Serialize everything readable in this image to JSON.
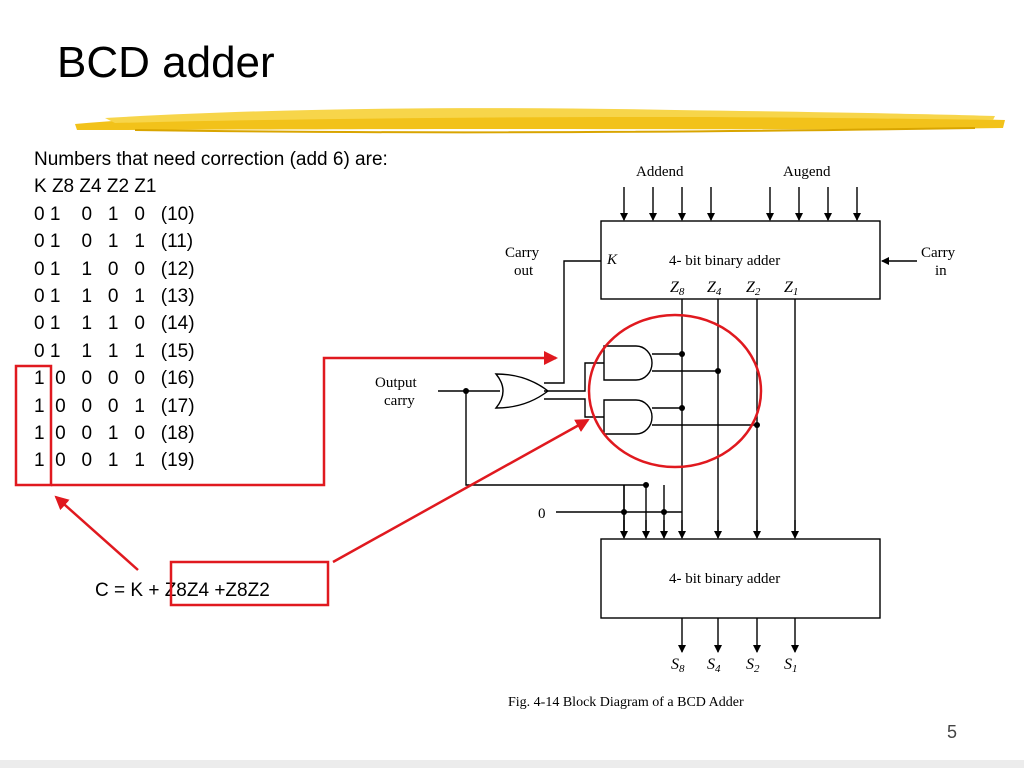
{
  "slide": {
    "title": "BCD adder",
    "number": "5"
  },
  "intro": "Numbers that need correction (add 6) are:",
  "table_header": "K Z8 Z4 Z2 Z1",
  "table_rows": [
    "0 1    0   1   0   (10)",
    "0 1    0   1   1   (11)",
    "0 1    1   0   0   (12)",
    "0 1    1   0   1   (13)",
    "0 1    1   1   0   (14)",
    "0 1    1   1   1   (15)",
    "1  0   0   0   0   (16)",
    "1  0   0   0   1   (17)",
    "1  0   0   1   0   (18)",
    "1  0   0   1   1   (19)"
  ],
  "formula": "C = K + Z8Z4 +Z8Z2",
  "diagram": {
    "addend": "Addend",
    "augend": "Augend",
    "carry_out_1": "Carry",
    "carry_out_2": "out",
    "carry_in_1": "Carry",
    "carry_in_2": "in",
    "k_label": "K",
    "adder_top": "4- bit binary adder",
    "adder_bottom": "4- bit binary adder",
    "z8": "Z",
    "z8_sub": "8",
    "z4": "Z",
    "z4_sub": "4",
    "z2": "Z",
    "z2_sub": "2",
    "z1": "Z",
    "z1_sub": "1",
    "output_carry_1": "Output",
    "output_carry_2": "carry",
    "zero": "0",
    "s8": "S",
    "s8_sub": "8",
    "s4": "S",
    "s4_sub": "4",
    "s2": "S",
    "s2_sub": "2",
    "s1": "S",
    "s1_sub": "1",
    "caption": "Fig. 4-14  Block Diagram of a BCD Adder"
  },
  "colors": {
    "highlight": "#e0191f",
    "brush": "#f2c21a"
  }
}
